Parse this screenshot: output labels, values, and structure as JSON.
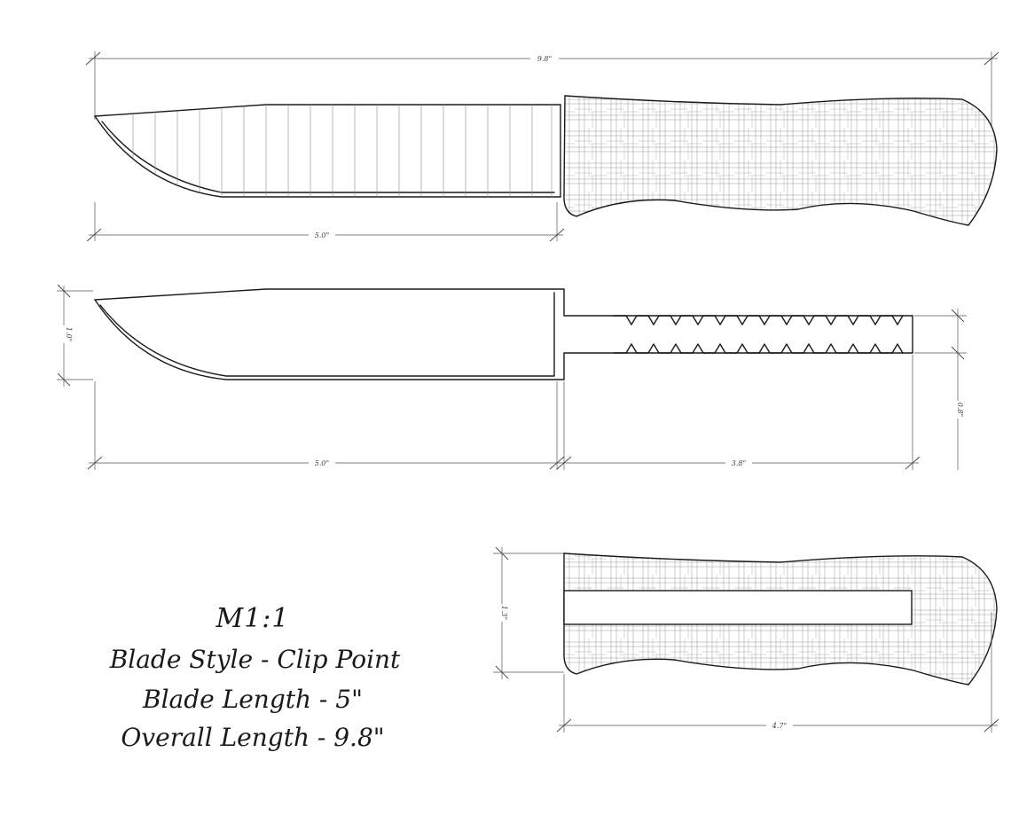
{
  "dimensions": {
    "overall_top": "9.8\"",
    "blade_top": "5.0\"",
    "blade_height": "1.0\"",
    "blade_middle": "5.0\"",
    "tang_length": "3.8\"",
    "tang_offset": "0.8\"",
    "handle_height": "1.3\"",
    "handle_length": "4.7\""
  },
  "specs": {
    "model": "M1:1",
    "blade_style": "Blade Style - Clip Point",
    "blade_length": "Blade Length - 5\"",
    "overall_length": "Overall Length - 9.8\""
  }
}
